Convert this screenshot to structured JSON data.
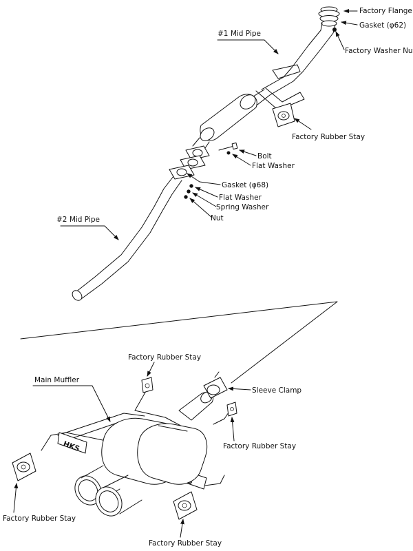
{
  "labels": {
    "factory_flange": "Factory Flange",
    "gasket_62": "Gasket (φ62)",
    "factory_washer_nut": "Factory Washer Nut",
    "mid_pipe_1": "#1 Mid Pipe",
    "rubber_stay_top": "Factory Rubber Stay",
    "bolt": "Bolt",
    "flat_washer_1": "Flat Washer",
    "gasket_68": "Gasket (φ68)",
    "flat_washer_2": "Flat Washer",
    "spring_washer": "Spring Washer",
    "nut": "Nut",
    "mid_pipe_2": "#2 Mid Pipe",
    "rubber_stay_upper_left": "Factory Rubber Stay",
    "main_muffler": "Main Muffler",
    "sleeve_clamp": "Sleeve Clamp",
    "rubber_stay_right": "Factory Rubber Stay",
    "rubber_stay_lower_left": "Factory Rubber Stay",
    "rubber_stay_bottom": "Factory Rubber Stay"
  },
  "brand_marks": [
    "HKS",
    "HKS"
  ]
}
